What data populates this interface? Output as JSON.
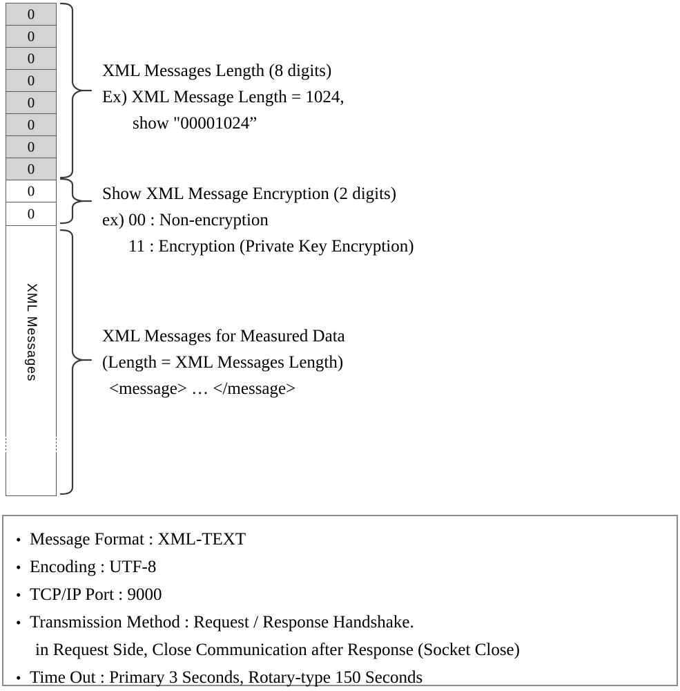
{
  "packet": {
    "length_field": {
      "bytes": [
        "0",
        "0",
        "0",
        "0",
        "0",
        "0",
        "0",
        "0"
      ],
      "fill": "#d4d4d4"
    },
    "encryption_field": {
      "bytes": [
        "0",
        "0"
      ],
      "fill": "#ffffff"
    },
    "payload_field": {
      "vertical_label": "XML Messages",
      "fill": "#ffffff"
    }
  },
  "annotations": {
    "length": {
      "line1": "XML Messages Length (8 digits)",
      "line2": "Ex) XML Message Length = 1024,",
      "line3": "show  \"00001024”"
    },
    "encryption": {
      "line1": "Show XML Message Encryption (2 digits)",
      "line2": "ex) 00 : Non-encryption",
      "line3": "11 : Encryption (Private Key Encryption)"
    },
    "payload": {
      "line1": "XML Messages for Measured Data",
      "line2": "(Length = XML Messages Length)",
      "line3": "<message>  …  </message>"
    }
  },
  "notes": {
    "items": [
      {
        "text": "Message Format : XML-TEXT",
        "bulleted": true
      },
      {
        "text": "Encoding : UTF-8",
        "bulleted": true
      },
      {
        "text": "TCP/IP Port : 9000",
        "bulleted": true
      },
      {
        "text": "Transmission Method : Request / Response Handshake.",
        "bulleted": true
      },
      {
        "text": "in Request Side, Close Communication after Response (Socket Close)",
        "bulleted": false
      },
      {
        "text": "Time Out : Primary 3 Seconds, Rotary-type 150 Seconds",
        "bulleted": true
      }
    ]
  },
  "colors": {
    "border": "#595959",
    "box_border": "#8a8a8a",
    "cell_gray": "#d4d4d4",
    "background": "#ffffff"
  }
}
